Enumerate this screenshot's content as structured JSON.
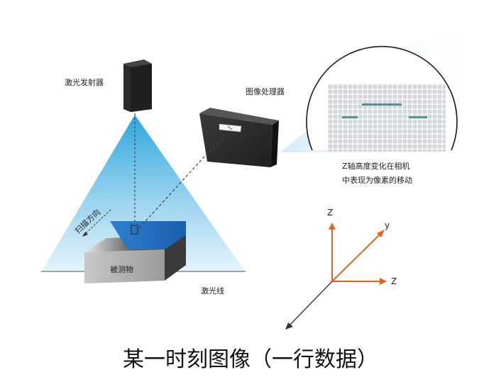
{
  "labels": {
    "emitter": "激光发射器",
    "processor": "图像处理器",
    "scan_direction": "扫描方向",
    "object": "被测物",
    "laser_line": "激光线",
    "note_line1": "Z轴高度变化在相机",
    "note_line2": "中表现为像素的移动",
    "axis_z_up": "Z",
    "axis_y": "y",
    "axis_z_right": "Z"
  },
  "caption": "某一时刻图像（一行数据）",
  "colors": {
    "laser_light": "#dff3fb",
    "laser_deep": "#3aaee2",
    "device": "#2b2b2b",
    "axis_orange": "#e0641e",
    "axis_dark": "#333333",
    "pixel_segment": "#5b8f8f",
    "grid": "#c9cdd2"
  },
  "icons": {
    "emitter": "laser-emitter-box",
    "processor": "camera-processor-box",
    "object": "measured-object-block"
  }
}
